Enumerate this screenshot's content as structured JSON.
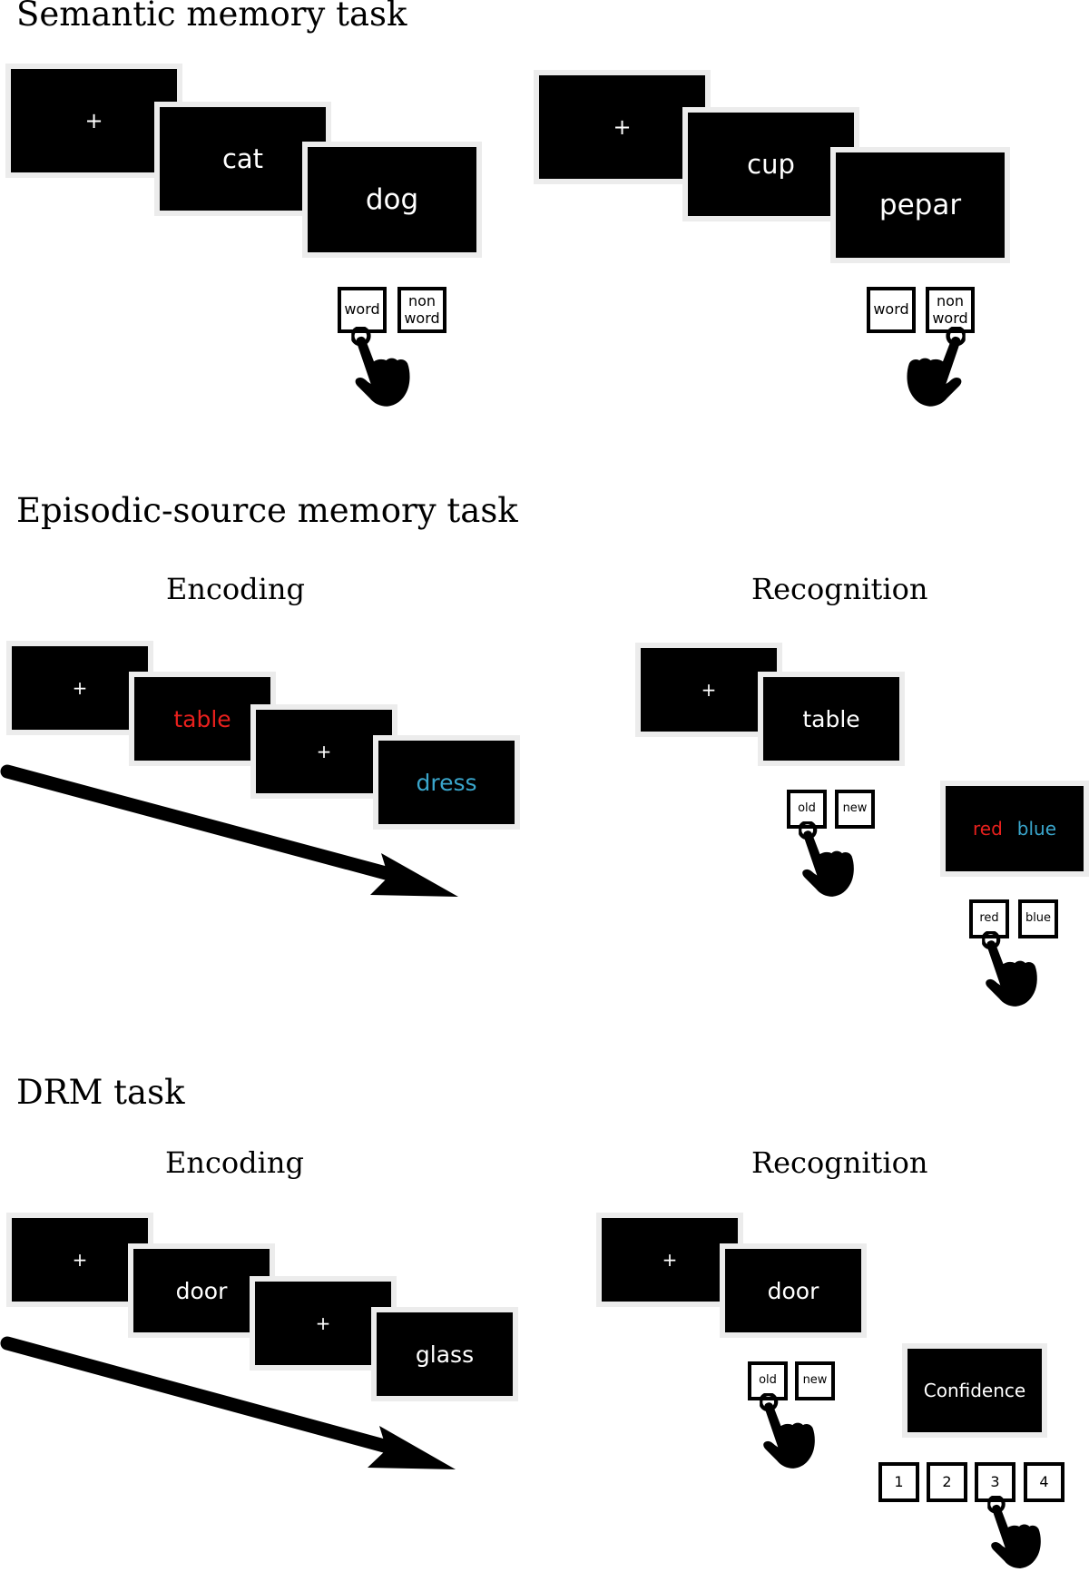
{
  "semantic": {
    "title": "Semantic memory task",
    "trial_word": {
      "fixation": "+",
      "prime": "cat",
      "target": "dog"
    },
    "trial_nonword": {
      "fixation": "+",
      "prime": "cup",
      "target": "pepar"
    },
    "keys": {
      "word": "word",
      "nonword": "non\nword"
    }
  },
  "episodic": {
    "title": "Episodic-source memory task",
    "encoding_label": "Encoding",
    "recognition_label": "Recognition",
    "encoding": {
      "fixation_1": "+",
      "word_1": "table",
      "fixation_2": "+",
      "word_2": "dress"
    },
    "recognition": {
      "fixation": "+",
      "word": "table",
      "source_red": "red",
      "source_blue": "blue"
    },
    "keys": {
      "old": "old",
      "new": "new",
      "red": "red",
      "blue": "blue"
    }
  },
  "drm": {
    "title": "DRM task",
    "encoding_label": "Encoding",
    "recognition_label": "Recognition",
    "encoding": {
      "fixation_1": "+",
      "word_1": "door",
      "fixation_2": "+",
      "word_2": "glass"
    },
    "recognition": {
      "fixation": "+",
      "word": "door",
      "confidence": "Confidence"
    },
    "keys": {
      "old": "old",
      "new": "new",
      "rating_1": "1",
      "rating_2": "2",
      "rating_3": "3",
      "rating_4": "4"
    }
  },
  "colors": {
    "screen": "#000000",
    "screen_frame": "#ececec",
    "red_word": "#e8201d",
    "blue_word": "#3aa6cc"
  },
  "icons": [
    "pointing-hand-icon",
    "time-arrow-icon"
  ]
}
